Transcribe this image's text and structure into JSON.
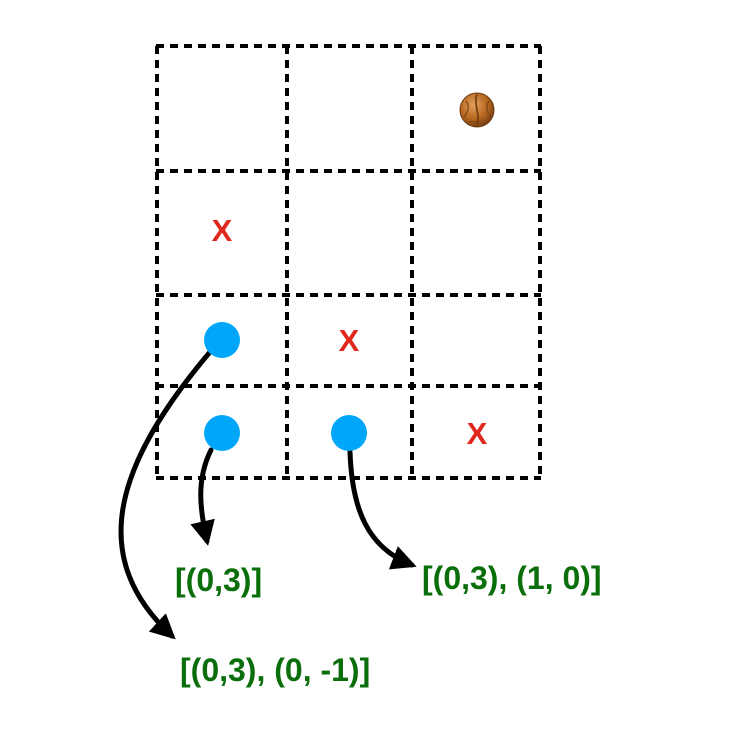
{
  "grid": {
    "cols": 3,
    "rows": 4,
    "line_color": "#000000"
  },
  "cells": {
    "walnut": {
      "col": 2,
      "row": 0,
      "icon": "walnut-icon",
      "color": "#b5651d"
    },
    "x_marks": [
      {
        "col": 0,
        "row": 1,
        "text": "X"
      },
      {
        "col": 1,
        "row": 2,
        "text": "X"
      },
      {
        "col": 2,
        "row": 3,
        "text": "X"
      }
    ],
    "x_color": "#e0281e",
    "dots": [
      {
        "col": 0,
        "row": 2
      },
      {
        "col": 0,
        "row": 3
      },
      {
        "col": 1,
        "row": 3
      }
    ],
    "dot_color": "#00a6f9"
  },
  "labels": {
    "label_a": "[(0,3)]",
    "label_b": "[(0,3), (1, 0)]",
    "label_c": "[(0,3), (0, -1)]",
    "color": "#0a6e0a"
  }
}
